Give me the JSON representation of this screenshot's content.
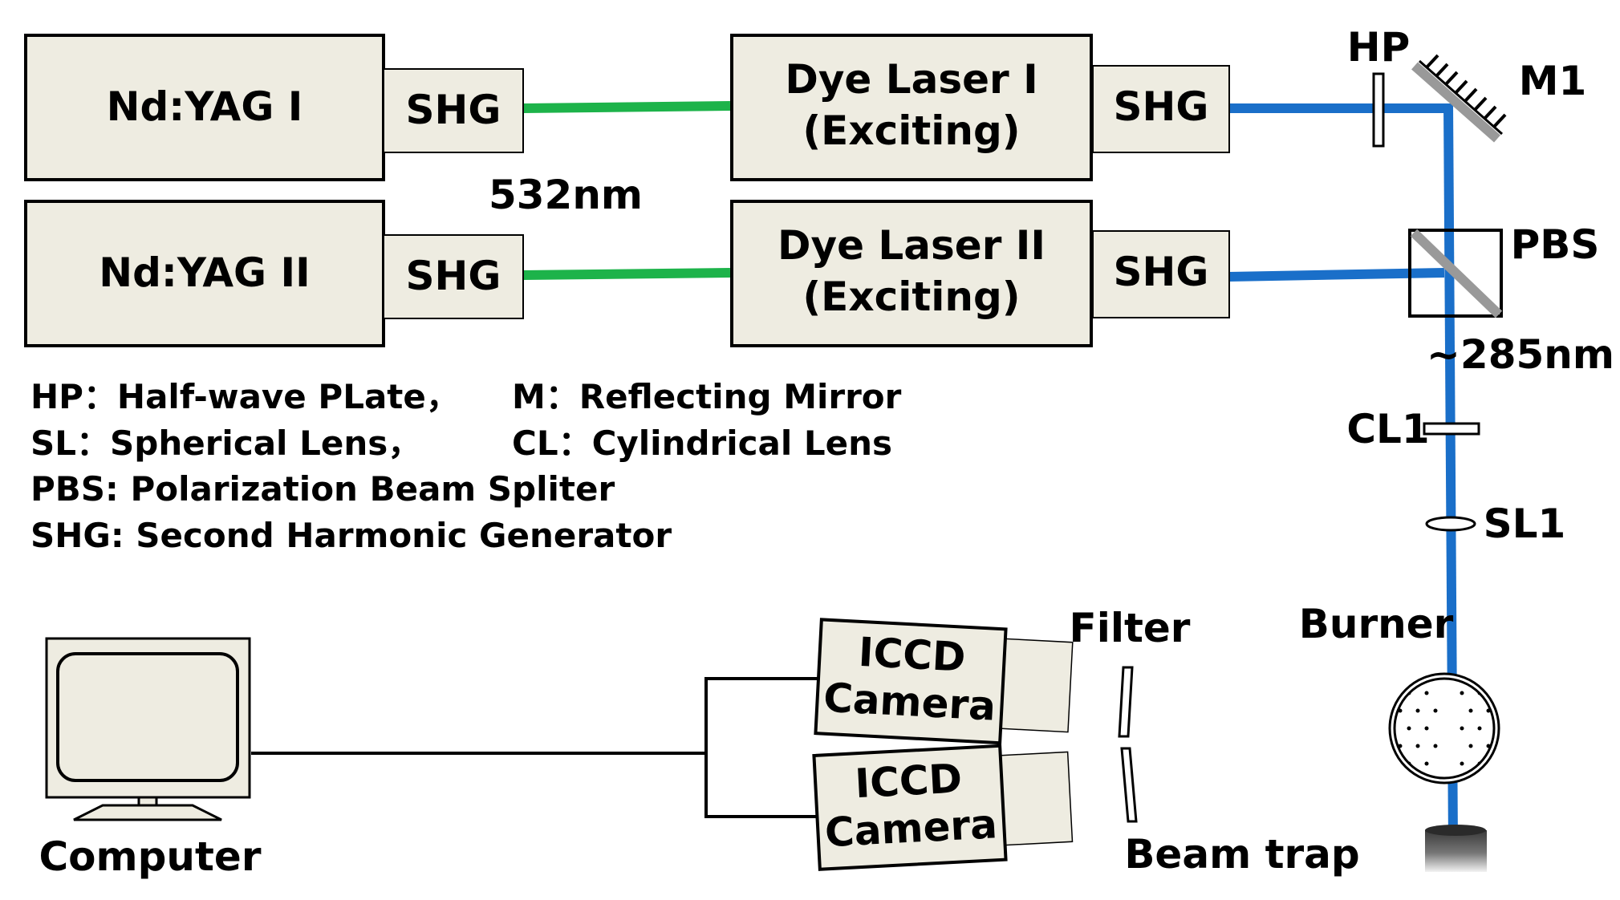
{
  "lasers": {
    "ndyag1": "Nd:YAG I",
    "ndyag2": "Nd:YAG II",
    "shg": "SHG",
    "wavelength_green": "532nm",
    "dye1_line1": "Dye Laser I",
    "dye1_line2": "(Exciting)",
    "dye2_line1": "Dye Laser II",
    "dye2_line2": "(Exciting)"
  },
  "optics": {
    "hp": "HP",
    "m1": "M1",
    "pbs": "PBS",
    "wavelength_uv": "~285nm",
    "cl1": "CL1",
    "sl1": "SL1",
    "burner": "Burner",
    "filter": "Filter",
    "beam_trap": "Beam trap"
  },
  "detection": {
    "camera_line1": "ICCD",
    "camera_line2": "Camera",
    "computer": "Computer"
  },
  "legend": {
    "hp": "HP：Half-wave PLate，",
    "m": "M：Reflecting Mirror",
    "sl": "SL：Spherical Lens，",
    "cl": "CL：Cylindrical Lens",
    "pbs": "PBS: Polarization Beam Spliter",
    "shg": "SHG: Second Harmonic Generator"
  },
  "colors": {
    "green_beam": "#1db34a",
    "uv_beam": "#1a6fc9",
    "box_fill": "#eeece1",
    "mirror": "#999999"
  }
}
